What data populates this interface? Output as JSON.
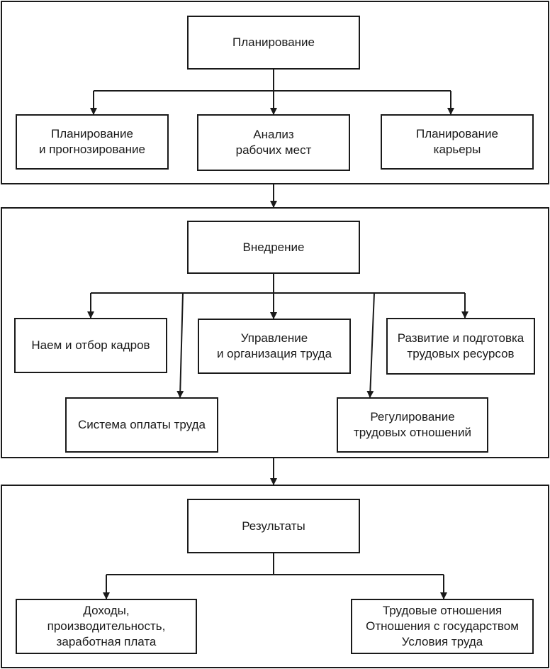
{
  "sections": {
    "planning": {
      "title": "Планирование",
      "items": [
        "Планирование\nи прогнозирование",
        "Анализ\nрабочих мест",
        "Планирование\nкарьеры"
      ]
    },
    "implementation": {
      "title": "Внедрение",
      "items": [
        "Наем и отбор кадров",
        "Управление\nи организация труда",
        "Развитие и подготовка\nтрудовых ресурсов",
        "Система оплаты труда",
        "Регулирование\nтрудовых отношений"
      ]
    },
    "results": {
      "title": "Результаты",
      "items": [
        "Доходы,\nпроизводительность,\nзаработная плата",
        "Трудовые отношения\nОтношения с государством\nУсловия труда"
      ]
    }
  },
  "colors": {
    "line": "#1a1a1a",
    "background": "#ffffff"
  }
}
